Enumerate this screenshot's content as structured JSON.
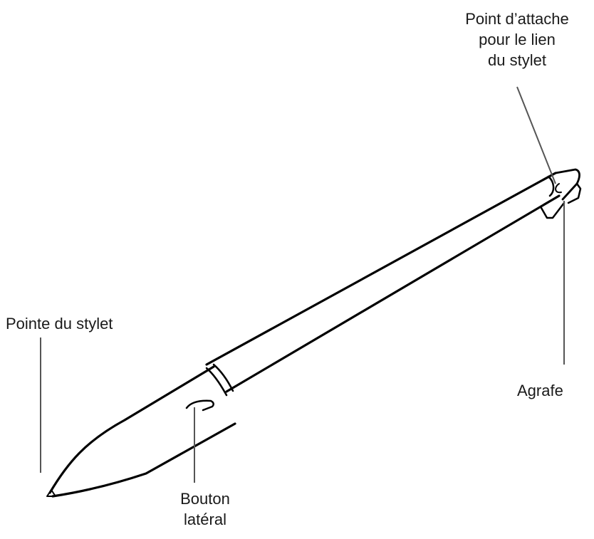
{
  "diagram": {
    "subject": "stylus",
    "labels": {
      "attach_point": [
        "Point d’attache",
        "pour le lien",
        "du stylet"
      ],
      "tip": "Pointe du stylet",
      "clip": "Agrafe",
      "side_button": [
        "Bouton",
        "latéral"
      ]
    },
    "colors": {
      "line": "#000000",
      "leader": "#555555",
      "background": "#ffffff"
    }
  }
}
